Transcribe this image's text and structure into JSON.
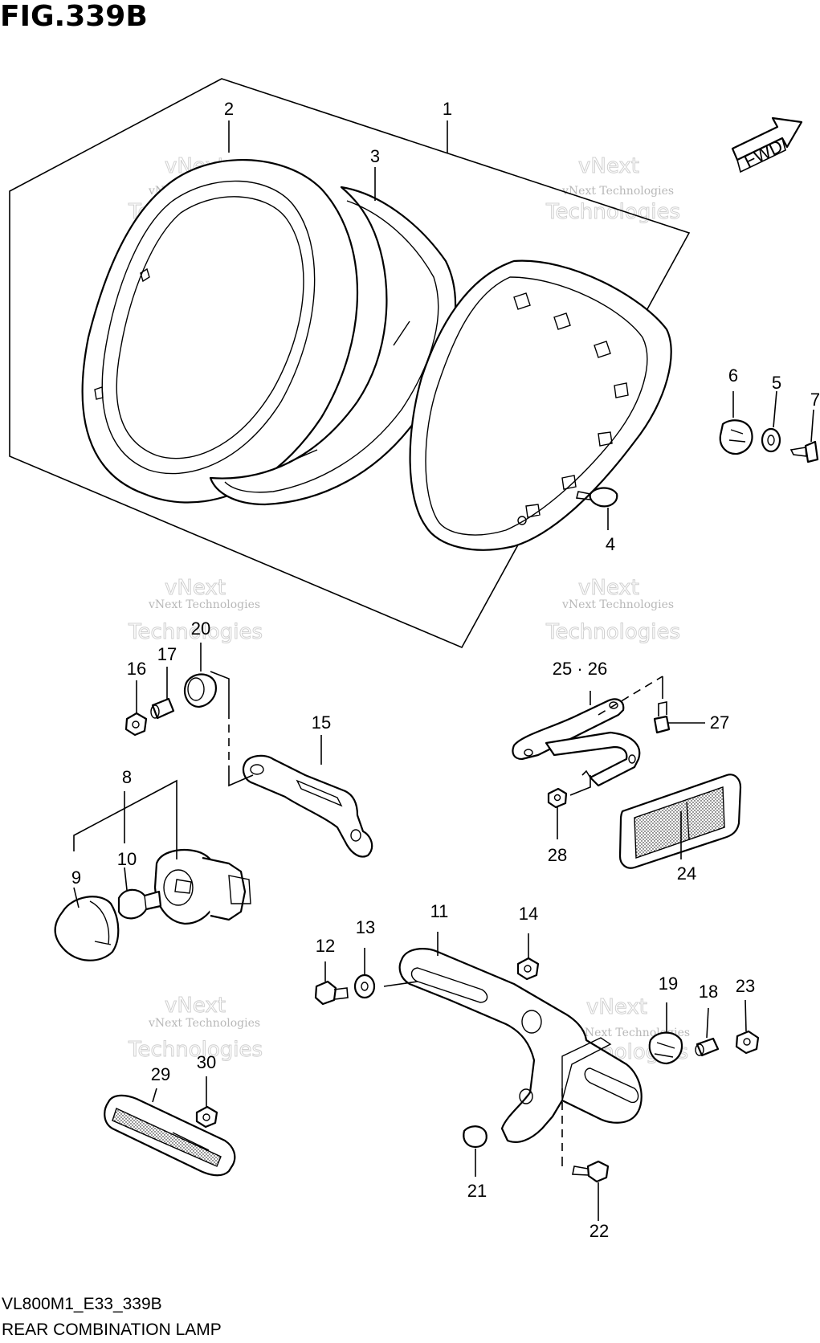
{
  "figure": {
    "title": "FIG.339B",
    "model_code": "VL800M1_E33_339B",
    "caption": "REAR COMBINATION LAMP",
    "direction_label": "FWD"
  },
  "watermark": {
    "line1": "vNext Technologies",
    "line2": "vNext",
    "line3": "Technologies"
  },
  "callouts": {
    "c1": "1",
    "c2": "2",
    "c3": "3",
    "c4": "4",
    "c5": "5",
    "c6": "6",
    "c7": "7",
    "c8": "8",
    "c9": "9",
    "c10": "10",
    "c11": "11",
    "c12": "12",
    "c13": "13",
    "c14": "14",
    "c15": "15",
    "c16": "16",
    "c17": "17",
    "c18": "18",
    "c19": "19",
    "c20": "20",
    "c21": "21",
    "c22": "22",
    "c23": "23",
    "c24": "24",
    "c25_26": "25 · 26",
    "c27": "27",
    "c28": "28",
    "c29": "29",
    "c30": "30"
  }
}
